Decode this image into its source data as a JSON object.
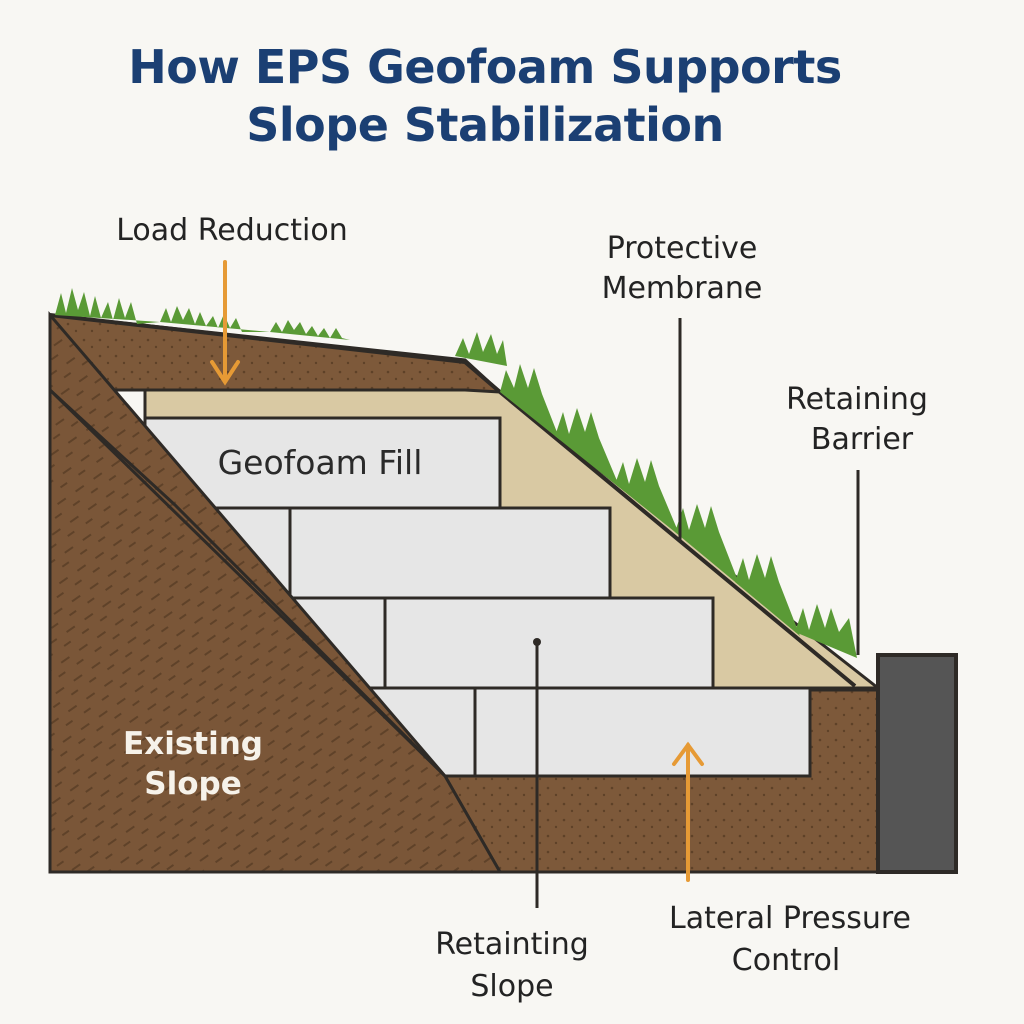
{
  "title": {
    "line1": "How EPS Geofoam Supports",
    "line2": "Slope Stabilization"
  },
  "labels": {
    "load_reduction": "Load Reduction",
    "protective_membrane_1": "Protective",
    "protective_membrane_2": "Membrane",
    "retaining_barrier_1": "Retaining",
    "retaining_barrier_2": "Barrier",
    "geofoam_fill": "Geofoam Fill",
    "existing_slope_1": "Existing",
    "existing_slope_2": "Slope",
    "retainting_slope_1": "Retainting",
    "retainting_slope_2": "Slope",
    "lateral_pressure_1": "Lateral Pressure",
    "lateral_pressure_2": "Control"
  },
  "colors": {
    "title": "#1b3f73",
    "soil": "#7a5638",
    "soil_dark": "#6a4a30",
    "grass": "#5a9a36",
    "membrane": "#d9c9a3",
    "geofoam": "#e6e6e6",
    "barrier": "#555555",
    "arrow": "#e69a35",
    "outline": "#2e2a26"
  }
}
